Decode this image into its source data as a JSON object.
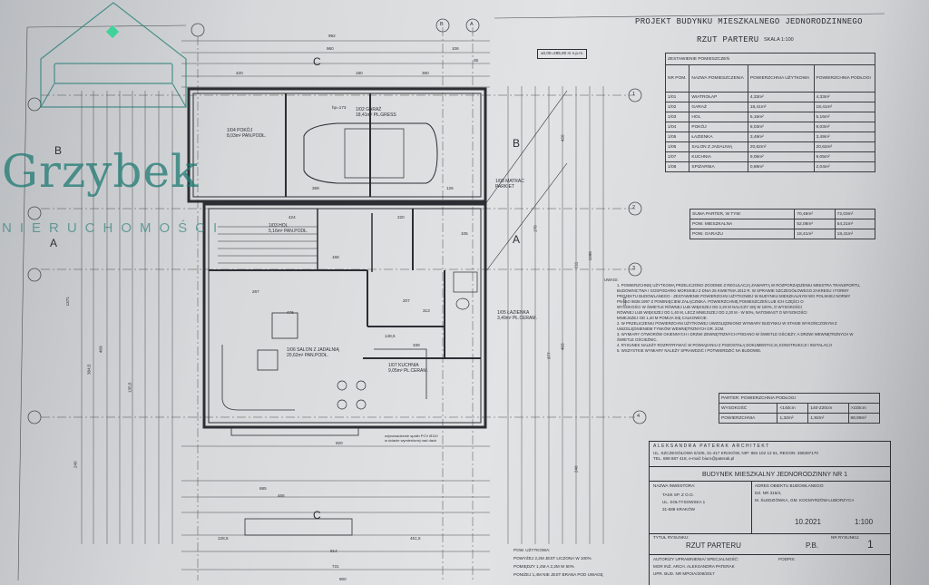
{
  "logo": {
    "name": "Grzybek",
    "sub": "NIERUCHOMOŚCI"
  },
  "header": {
    "project_title": "PROJEKT BUDYNKU MIESZKALNEGO JEDNORODZINNEGO",
    "view_title": "RZUT PARTERU",
    "scale": "SKALA 1:100",
    "level": "±0,00=285,60 m n.p.m."
  },
  "rooms_table": {
    "title": "ZESTAWIENIE POMIESZCZEŃ",
    "headers": [
      "NR POM.",
      "NAZWA POMIESZCZENIA",
      "POWIERZCHNIA UŻYTKOWA",
      "POWIERZCHNIA PODŁOGI"
    ],
    "rows": [
      [
        "1/01",
        "WIATROŁAP",
        "4,33m²",
        "4,33m²"
      ],
      [
        "1/02",
        "GARAŻ",
        "18,41m²",
        "18,41m²"
      ],
      [
        "1/03",
        "HOL",
        "5,16m²",
        "5,16m²"
      ],
      [
        "1/04",
        "POKÓJ",
        "8,03m²",
        "8,03m²"
      ],
      [
        "1/05",
        "ŁAZIENKA",
        "3,49m²",
        "3,49m²"
      ],
      [
        "1/06",
        "SALON Z JADALNIĄ",
        "20,62m²",
        "20,62m²"
      ],
      [
        "1/07",
        "KUCHNIA",
        "9,05m²",
        "9,05m²"
      ],
      [
        "1/08",
        "SPIŻARNIA",
        "0,89m²",
        "2,04m²"
      ]
    ]
  },
  "summary_table": {
    "rows": [
      [
        "SUMA PARTER, W TYM:",
        "70,49m²",
        "72,03m²"
      ],
      [
        "POW. MIESZKALNA",
        "52,08m²",
        "54,21m²"
      ],
      [
        "POW. GARAŻU",
        "18,41m²",
        "18,41m²"
      ]
    ]
  },
  "notes": {
    "label": "UWAGI:",
    "lines": [
      "1. POWIERZCHNIĘ UŻYTKOWĄ PRZELICZONO ZGODNIE Z REGULACJĄ ZAWARTĄ W ROZPORZĄDZENIU MINISTRA TRANSPORTU,",
      "BUDOWNICTWA I GOSPODARKI MORSKIEJ Z DNIA 25 KWIETNIA 2012 R. W SPRAWIE SZCZEGÓŁOWEGO ZAKRESU I FORMY",
      "PROJEKTU BUDOWLANEGO - ZESTAWIENIE POWIERZCHNI UŻYTKOWEJ W BUDYNKU MIESZKALNYM WG POLSKIEJ NORMY",
      "PN-ISO 9836:1997 Z POMINIĘCIEM ZAŁĄCZNIKA. POWIERZCHNIĘ POMIESZCZEŃ LUB ICH CZĘŚCI O",
      "WYSOKOŚCI W ŚWIETLE RÓWNEJ LUB WIĘKSZEJ OD 2,20 M NALICZY SIĘ W 100%, O WYSOKOŚCI",
      "RÓWNEJ LUB WIĘKSZEJ OD 1,40 M, LECZ MNIEJSZEJ OD 2,20 M - W 50%, NATOMIAST O WYSOKOŚCI",
      "MNIEJSZEJ OD 1,40 M POMIJA SIĘ CAŁKOWICIE.",
      "2. W PRZELICZENIU POWIERZCHNI UŻYTKOWEJ UWZGLĘDNIONO WYMIARY BUDYNKU W STANIE WYKOŃCZONYM Z",
      "UWZGLĘDNIENIEM TYNKÓW WEWNĘTRZNYCH GR. 2CM.",
      "3. WYMIARY OTWORÓW OKIENNYCH I DRZWI ZEWNĘTRZNYCH PODANO W ŚWIETLE OŚCIEŻY, A DRZWI WEWNĘTRZNYCH W",
      "ŚWIETLE OŚCIEŻNIC.",
      "4. RYSUNEK NALEŻY ROZPATRYWAĆ W POWIĄZANIU Z POZOSTAŁĄ DOKUMENTACJĄ KONSTRUKCJI I INSTALACJI",
      "5. WSZYSTKIE WYMIARY NALEŻY SPRAWDZIĆ I POTWIERDZIĆ NA BUDOWIE."
    ]
  },
  "height_table": {
    "title": "PARTER: POWIERZCHNIA PODŁOGI",
    "rows": [
      [
        "WYSOKOŚĆ",
        "<140cm",
        "140-220cm",
        ">220cm"
      ],
      [
        "POWIERZCHNIA",
        "1,32m²",
        "1,92m²",
        "68,99m²"
      ]
    ]
  },
  "title_block": {
    "office": "ALEKSANDRA PATERAK ARCHITEKT",
    "office_address": "UL. SZCZEGÓŁOWA 5/105, 31-417 KRAKÓW, NIP: 884 102 12 61, REGON: 366397170",
    "office_contact": "TEL. 888 867 418, e-mail: biuro@paterak.pl",
    "building": "BUDYNEK MIESZKALNY JEDNORODZINNY NR 1",
    "investor_label": "NAZWA INWESTORA:",
    "investor": [
      "TASK SP. Z O.O.",
      "UL. SOŁTYSOWSKA 1",
      "31-589 KRAKÓW"
    ],
    "address_label": "ADRES OBIEKTU BUDOWLANEGO:",
    "address": [
      "DZ. NR 315/4,",
      "M. ŚLEDZIÓWKA, GM. KOCMYRZÓW-LUBORZYCA"
    ],
    "date": "10.2021",
    "scale": "1:100",
    "drawing_label": "TYTUŁ RYSUNKU:",
    "drawing": "RZUT PARTERU",
    "branch": "P.B.",
    "sheet_label": "NR RYSUNKU:",
    "sheet_no": "1",
    "author_label": "AUTOR/ZY UPRAWNIENIA/ SPECJALNOŚĆ:",
    "author": "MGR INŻ. ARCH. ALEKSANDRA PATERAK",
    "author_no": "UPR. BUD. NR MPOIA/209/2017",
    "signature_label": "PODPIS:"
  },
  "plan_rooms": [
    {
      "id": "1/04",
      "name": "POKÓJ",
      "area": "8,03m²",
      "floor": "PAN.PODŁ."
    },
    {
      "id": "1/02",
      "name": "GARAŻ",
      "area": "18,41m²",
      "floor": "PŁ.GRESS"
    },
    {
      "id": "1/03",
      "name": "HOL",
      "area": "5,16m²",
      "floor": "PAN.PODŁ."
    },
    {
      "id": "1/08",
      "name": "MATRAC",
      "area": "",
      "floor": "PARKIET"
    },
    {
      "id": "1/05",
      "name": "ŁAZIENKA",
      "area": "3,49m²",
      "floor": "PŁ.CERAM."
    },
    {
      "id": "1/06",
      "name": "SALON Z JADALNIĄ",
      "area": "20,62m²",
      "floor": "PAN.PODŁ."
    },
    {
      "id": "1/07",
      "name": "KUCHNIA",
      "area": "9,05m²",
      "floor": "PŁ.CERAM."
    }
  ],
  "plan_dims": {
    "top": [
      "992",
      "960",
      "106",
      "36",
      "420",
      "360",
      "180"
    ],
    "bottom": [
      "814",
      "731",
      "900",
      "451,5",
      "128,5",
      "920",
      "685",
      "455"
    ],
    "inner": [
      "369",
      "126",
      "424",
      "220",
      "168",
      "267",
      "476",
      "338",
      "148,5",
      "207",
      "105",
      "313"
    ],
    "right": [
      "1371",
      "1096",
      "211",
      "463",
      "377",
      "170",
      "420",
      "240"
    ],
    "left": [
      "1371",
      "469",
      "384,5",
      "135,5",
      "240"
    ]
  },
  "axes": {
    "rows": [
      "1",
      "2",
      "3",
      "4"
    ],
    "cols": [
      "A",
      "B"
    ]
  },
  "sections": [
    "A",
    "B",
    "C"
  ],
  "misc": {
    "stair_note": "hp=173",
    "ventilation": "odprowadzenie spalin PCV Ø110 w ścianie wymienionej nad dach",
    "pom_area": "POW. UŻYTKOWA:",
    "pow_lines": [
      "POWYŻEJ 2,2M JEST LICZONA W 100%",
      "POMIĘDZY 1,4M A 2,2M W 50%",
      "PONIŻEJ 1,4M NIE JEST BRANA POD UWAGĘ"
    ]
  }
}
